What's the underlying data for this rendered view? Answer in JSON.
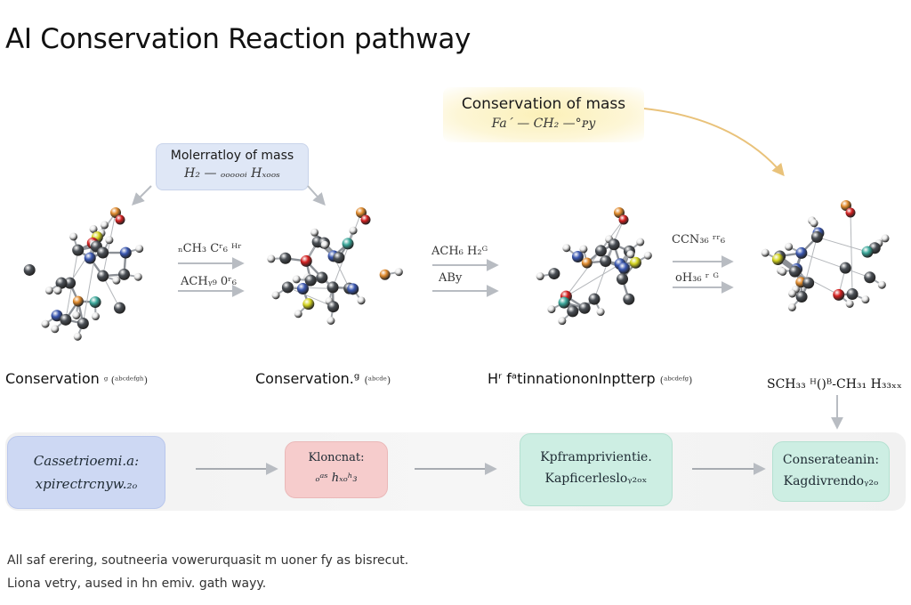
{
  "title": "AI Conservation Reaction pathway",
  "callouts": {
    "top": {
      "line1": "Conservation  of  mass",
      "line2": "Fa´  —  CH₂  —°ᴩy"
    },
    "left": {
      "line1": "Molerratloy of mass",
      "line2": "H₂  —  ₒₒₒₒₒᵢ Hₓₒₒₛ"
    }
  },
  "reactions": [
    {
      "top": "ₙCH₃  Cʳ₆ ᴴʳ",
      "bottom": "ACHᵧ₉ 0ʳ₆"
    },
    {
      "top": "ACH₆  H₂ᴳ",
      "bottom": "ABy"
    },
    {
      "top": "CCN₃₆ ʳʳ₆",
      "bottom": "oH₃₆ ʳ ᴳ"
    }
  ],
  "captions": [
    {
      "main": "Conservation",
      "small": "ᵍ (ᵃᵇᶜᵈᵉᶠᵍʰ)"
    },
    {
      "main": "Conservation.ᵍ",
      "small": "(ᵃᵇᶜᵈᵉ)"
    },
    {
      "main": "Hʳ fᵃtinnationonInptterp",
      "small": "(ᵃᵇᶜᵈᵉᶠᵍ)"
    },
    {
      "main": "SCH₃₃ ᴴ()ᴮ-CH₃₁ H₃₃ₓₓ",
      "small": ""
    }
  ],
  "flow": [
    {
      "line1": "Cassetrioemi.a:",
      "line2": "xpirectrcnyw.₂ₒ"
    },
    {
      "line1": "Kloncnat:",
      "line2": "ₒᵃˢ hₓₒʰ₃"
    },
    {
      "line1": "Kpframprivientie.",
      "line2": "Kapficerlesloᵧ₂ₒₓ"
    },
    {
      "line1": "Conserateanin:",
      "line2": "Kagdivrendoᵧ₂ₒ"
    }
  ],
  "footer": {
    "line1": "All saf erering, soutneeria vowerurquasit m uoner fy as bisrecut.",
    "line2": "Liona vetry, aused in hn emiv. gath wayy."
  },
  "colors": {
    "carbon": "#4a4f55",
    "hydrogen": "#e9e9e9",
    "nitrogen": "#3a57b0",
    "oxygen": "#d42020",
    "sulfur": "#d4d421",
    "chlorine": "#3aa79a",
    "amber": "#e08a2c",
    "arrow": "#b8bcc2",
    "curved_arrow": "#e9c27a"
  }
}
